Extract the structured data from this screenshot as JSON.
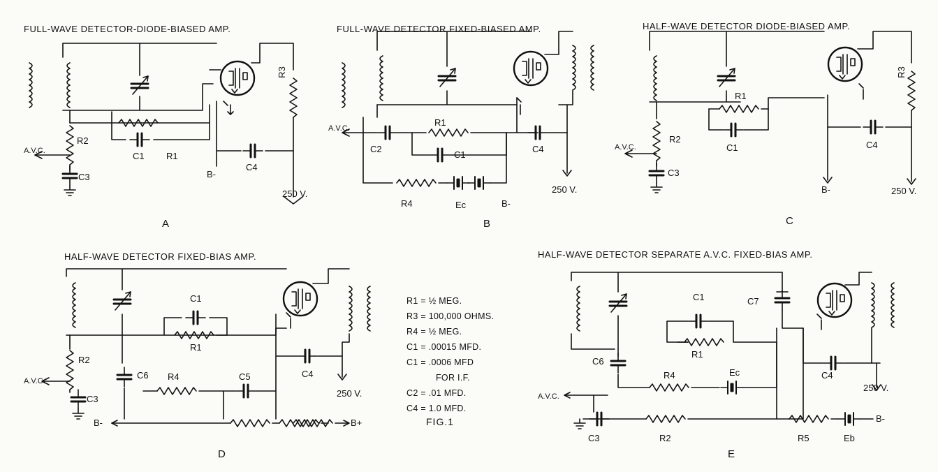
{
  "panels": {
    "a": {
      "title": "FULL-WAVE DETECTOR-DIODE-BIASED AMP.",
      "letter": "A",
      "labels": {
        "r2": "R2",
        "r3": "R3",
        "r1": "R1",
        "c1": "C1",
        "c3": "C3",
        "c4": "C4",
        "avc": "A.V.C.",
        "bminus": "B-",
        "v250": "250 V."
      }
    },
    "b": {
      "title": "FULL-WAVE DETECTOR FIXED-BIASED AMP.",
      "letter": "B",
      "labels": {
        "r1": "R1",
        "r4": "R4",
        "c1": "C1",
        "c2": "C2",
        "c4": "C4",
        "avc": "A.V.C.",
        "ec": "Ec",
        "bminus": "B-",
        "v250": "250 V."
      }
    },
    "c": {
      "title": "HALF-WAVE DETECTOR DIODE-BIASED AMP.",
      "letter": "C",
      "labels": {
        "r1": "R1",
        "r2": "R2",
        "r3": "R3",
        "c1": "C1",
        "c3": "C3",
        "c4": "C4",
        "avc": "A.V.C.",
        "bminus": "B-",
        "v250": "250 V."
      }
    },
    "d": {
      "title": "HALF-WAVE DETECTOR FIXED-BIAS AMP.",
      "letter": "D",
      "labels": {
        "c1": "C1",
        "r1": "R1",
        "r2": "R2",
        "r4": "R4",
        "c3": "C3",
        "c4": "C4",
        "c5": "C5",
        "c6": "C6",
        "avc": "A.V.C.",
        "bminus": "B-",
        "bplus": "B+",
        "v250": "250 V."
      }
    },
    "e": {
      "title": "HALF-WAVE DETECTOR SEPARATE A.V.C. FIXED-BIAS AMP.",
      "letter": "E",
      "labels": {
        "c1": "C1",
        "r1": "R1",
        "c6": "C6",
        "c7": "C7",
        "r4": "R4",
        "ec": "Ec",
        "c4": "C4",
        "v250": "250 V.",
        "avc": "A.V.C.",
        "c3": "C3",
        "r2": "R2",
        "r5": "R5",
        "eb": "Eb",
        "bminus": "B-"
      }
    }
  },
  "legend": [
    "R1 = ½ MEG.",
    "R3 = 100,000 OHMS.",
    "R4 = ½ MEG.",
    "C1 = .00015 MFD.",
    "C1 = .0006 MFD",
    "FOR I.F.",
    "C2 = .01 MFD.",
    "C4 = 1.0 MFD."
  ],
  "figure_caption": "FIG.1"
}
